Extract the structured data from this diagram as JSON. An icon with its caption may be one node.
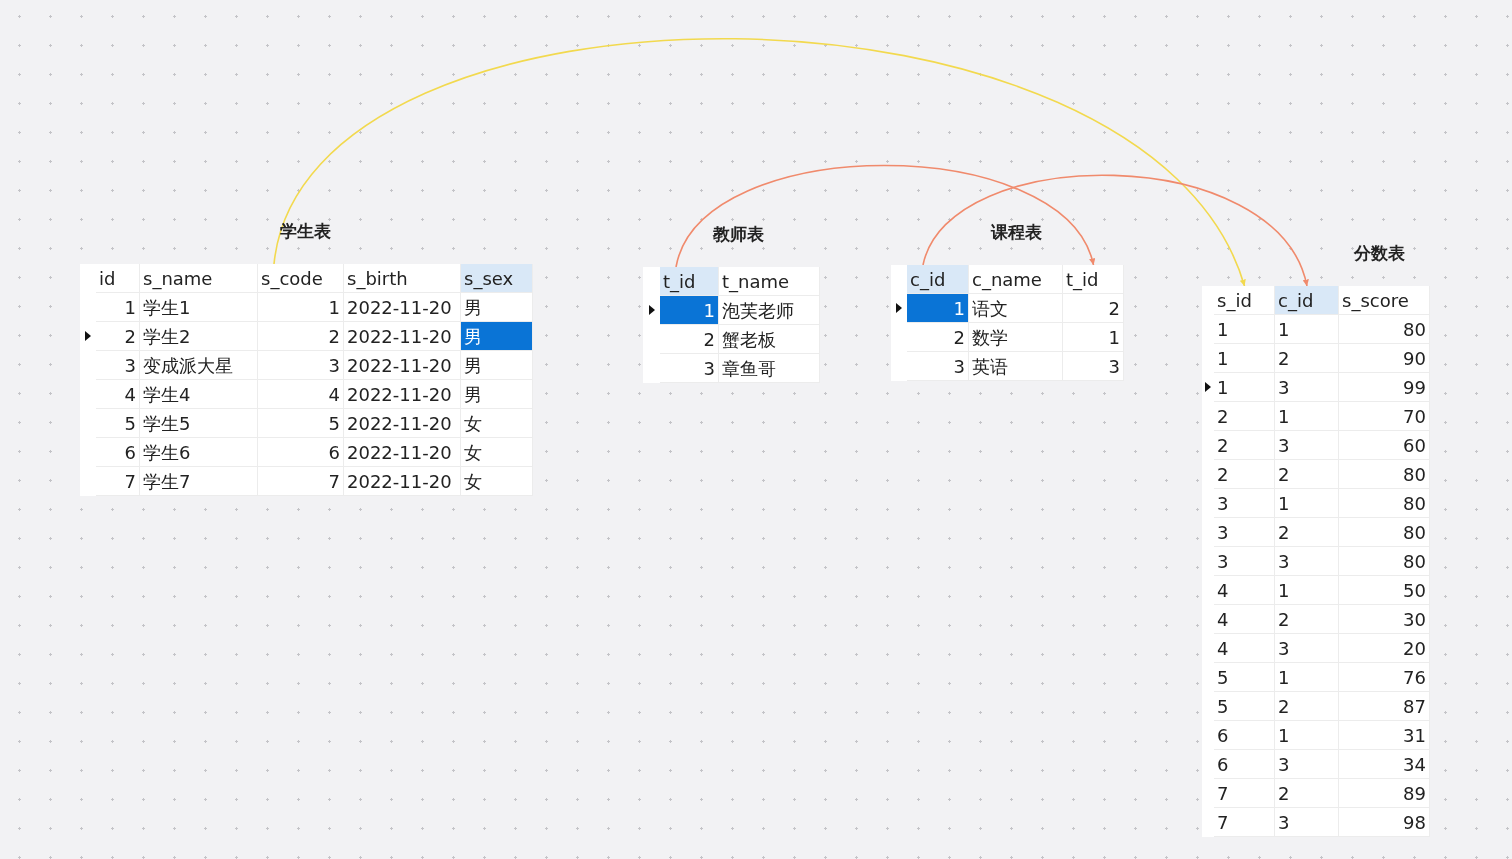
{
  "diagram": {
    "nodes": [
      {
        "text": [
          "学生表"
        ]
      },
      {
        "text": [
          "id"
        ],
        "in": 0
      },
      {
        "text": [
          "s_name"
        ],
        "in": 0
      },
      {
        "text": [
          "s_code"
        ],
        "in": 0
      },
      {
        "text": [
          "s_birth"
        ],
        "in": 0
      },
      {
        "text": [
          "s_sex"
        ],
        "in": 0
      },
      {
        "text": [
          "教师表"
        ]
      },
      {
        "text": [
          "t_id"
        ],
        "in": 6
      },
      {
        "text": [
          "t_name"
        ],
        "in": 6
      },
      {
        "text": [
          "课程表"
        ]
      },
      {
        "text": [
          "c_id"
        ],
        "in": 9
      },
      {
        "text": [
          "c_name"
        ],
        "in": 9
      },
      {
        "text": [
          "t_id"
        ],
        "in": 9
      },
      {
        "text": [
          "分数表"
        ]
      },
      {
        "text": [
          "s_id"
        ],
        "in": 13
      },
      {
        "text": [
          "c_id"
        ],
        "in": 13
      },
      {
        "text": [
          "s_score"
        ],
        "in": 13
      }
    ],
    "edges": [
      {
        "from": 3,
        "to": 14,
        "arrow": "to",
        "color": "#f2d94e"
      },
      {
        "from": 7,
        "to": 12,
        "arrow": "to"
      },
      {
        "from": 10,
        "to": 15,
        "arrow": "to"
      }
    ],
    "labels": [
      "1",
      "学生1",
      "1",
      "2022-11-20",
      "男",
      "2",
      "学生2",
      "2",
      "2022-11-20",
      "男",
      "3",
      "变成派大星",
      "3",
      "2022-11-20",
      "男",
      "4",
      "学生4",
      "4",
      "2022-11-20",
      "男",
      "5",
      "学生5",
      "5",
      "2022-11-20",
      "女",
      "6",
      "学生6",
      "6",
      "2022-11-20",
      "女",
      "7",
      "学生7",
      "7",
      "2022-11-20",
      "女",
      "1",
      "泡芙老师",
      "2",
      "蟹老板",
      "3",
      "章鱼哥",
      "1",
      "语文",
      "2",
      "2",
      "数学",
      "1",
      "3",
      "英语",
      "3",
      "1",
      "1",
      "80",
      "1",
      "2",
      "90",
      "1",
      "3",
      "99",
      "2",
      "1",
      "70",
      "2",
      "3",
      "60",
      "2",
      "2",
      "80",
      "3",
      "1",
      "80",
      "3",
      "2",
      "80",
      "3",
      "3",
      "80",
      "4",
      "1",
      "50",
      "4",
      "2",
      "30",
      "4",
      "3",
      "20",
      "5",
      "1",
      "76",
      "5",
      "2",
      "87",
      "6",
      "1",
      "31",
      "6",
      "3",
      "34",
      "7",
      "2",
      "89",
      "7",
      "3",
      "98"
    ]
  }
}
